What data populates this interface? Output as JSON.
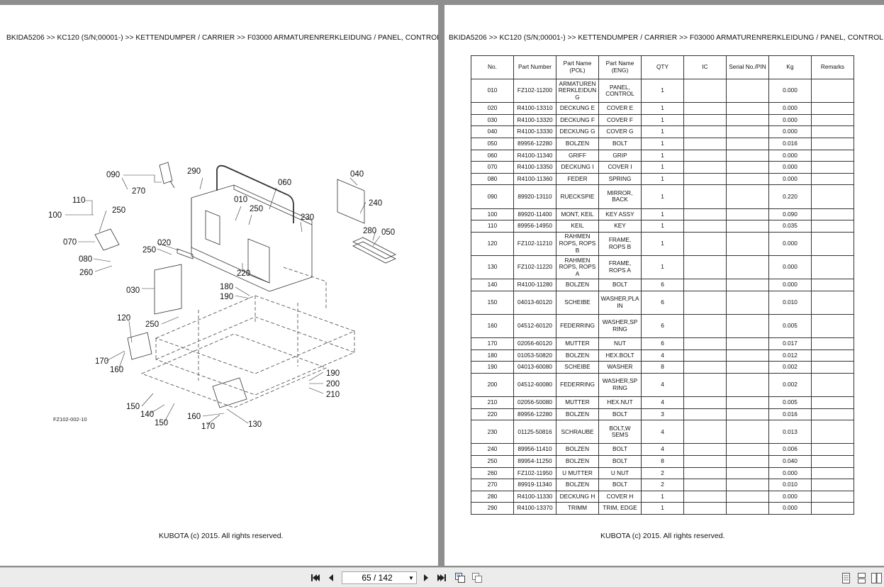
{
  "breadcrumb": "BKIDA5206 >> KC120 (S/N;00001-) >> KETTENDUMPER / CARRIER >> F03000   ARMATURENRERKLEIDUNG / PANEL, CONTROL",
  "footer": "KUBOTA (c) 2015. All rights reserved.",
  "diagram": {
    "figure_code": "FZ102-002-10",
    "callouts": [
      "090",
      "270",
      "290",
      "060",
      "010",
      "250",
      "040",
      "240",
      "110",
      "100",
      "250",
      "070",
      "020",
      "280",
      "050",
      "230",
      "080",
      "250",
      "260",
      "220",
      "030",
      "180",
      "190",
      "120",
      "250",
      "170",
      "160",
      "190",
      "200",
      "210",
      "150",
      "140",
      "150",
      "160",
      "170",
      "130"
    ]
  },
  "table": {
    "headers": [
      "No.",
      "Part Number",
      "Part Name\n(POL)",
      "Part Name\n(ENG)",
      "QTY",
      "IC",
      "Serial No./PIN",
      "Kg",
      "Remarks"
    ],
    "rows": [
      [
        "010",
        "FZ102-11200",
        "ARMATUREN\nRERKLEIDUN\nG",
        "PANEL,\nCONTROL",
        "1",
        "",
        "",
        "0.000",
        ""
      ],
      [
        "020",
        "R4100-13310",
        "DECKUNG E",
        "COVER E",
        "1",
        "",
        "",
        "0.000",
        ""
      ],
      [
        "030",
        "R4100-13320",
        "DECKUNG F",
        "COVER F",
        "1",
        "",
        "",
        "0.000",
        ""
      ],
      [
        "040",
        "R4100-13330",
        "DECKUNG G",
        "COVER G",
        "1",
        "",
        "",
        "0.000",
        ""
      ],
      [
        "050",
        "89956-12280",
        "BOLZEN",
        "BOLT",
        "1",
        "",
        "",
        "0.016",
        ""
      ],
      [
        "060",
        "R4100-11340",
        "GRIFF",
        "GRIP",
        "1",
        "",
        "",
        "0.000",
        ""
      ],
      [
        "070",
        "R4100-13350",
        "DECKUNG I",
        "COVER I",
        "1",
        "",
        "",
        "0.000",
        ""
      ],
      [
        "080",
        "R4100-11360",
        "FEDER",
        "SPRING",
        "1",
        "",
        "",
        "0.000",
        ""
      ],
      [
        "090",
        "89920-13110",
        "RUECKSPIE",
        "MIRROR,\nBACK",
        "1",
        "",
        "",
        "0.220",
        ""
      ],
      [
        "100",
        "89920-11400",
        "MONT, KEIL",
        "KEY ASSY",
        "1",
        "",
        "",
        "0.090",
        ""
      ],
      [
        "110",
        "89956-14950",
        "KEIL",
        "KEY",
        "1",
        "",
        "",
        "0.035",
        ""
      ],
      [
        "120",
        "FZ102-11210",
        "RAHMEN\nROPS, ROPS\nB",
        "FRAME,\nROPS B",
        "1",
        "",
        "",
        "0.000",
        ""
      ],
      [
        "130",
        "FZ102-11220",
        "RAHMEN\nROPS, ROPS\nA",
        "FRAME,\nROPS A",
        "1",
        "",
        "",
        "0.000",
        ""
      ],
      [
        "140",
        "R4100-11280",
        "BOLZEN",
        "BOLT",
        "6",
        "",
        "",
        "0.000",
        ""
      ],
      [
        "150",
        "04013-60120",
        "SCHEIBE",
        "WASHER,PLA\nIN",
        "6",
        "",
        "",
        "0.010",
        ""
      ],
      [
        "160",
        "04512-60120",
        "FEDERRING",
        "WASHER,SP\nRING",
        "6",
        "",
        "",
        "0.005",
        ""
      ],
      [
        "170",
        "02056-60120",
        "MUTTER",
        "NUT",
        "6",
        "",
        "",
        "0.017",
        ""
      ],
      [
        "180",
        "01053-50820",
        "BOLZEN",
        "HEX.BOLT",
        "4",
        "",
        "",
        "0.012",
        ""
      ],
      [
        "190",
        "04013-60080",
        "SCHEIBE",
        "WASHER",
        "8",
        "",
        "",
        "0.002",
        ""
      ],
      [
        "200",
        "04512-60080",
        "FEDERRING",
        "WASHER,SP\nRING",
        "4",
        "",
        "",
        "0.002",
        ""
      ],
      [
        "210",
        "02056-50080",
        "MUTTER",
        "HEX.NUT",
        "4",
        "",
        "",
        "0.005",
        ""
      ],
      [
        "220",
        "89956-12280",
        "BOLZEN",
        "BOLT",
        "3",
        "",
        "",
        "0.016",
        ""
      ],
      [
        "230",
        "01125-50816",
        "SCHRAUBE",
        "BOLT,W\nSEMS",
        "4",
        "",
        "",
        "0.013",
        ""
      ],
      [
        "240",
        "89956-11410",
        "BOLZEN",
        "BOLT",
        "4",
        "",
        "",
        "0.006",
        ""
      ],
      [
        "250",
        "89954-11250",
        "BOLZEN",
        "BOLT",
        "8",
        "",
        "",
        "0.040",
        ""
      ],
      [
        "260",
        "FZ102-11950",
        "U MUTTER",
        "U NUT",
        "2",
        "",
        "",
        "0.000",
        ""
      ],
      [
        "270",
        "89919-11340",
        "BOLZEN",
        "BOLT",
        "2",
        "",
        "",
        "0.010",
        ""
      ],
      [
        "280",
        "R4100-11330",
        "DECKUNG H",
        "COVER H",
        "1",
        "",
        "",
        "0.000",
        ""
      ],
      [
        "290",
        "R4100-13370",
        "TRIMM",
        "TRIM, EDGE",
        "1",
        "",
        "",
        "0.000",
        ""
      ]
    ]
  },
  "toolbar": {
    "page_indicator": "65 / 142",
    "first_icon": "first-page-icon",
    "prev_icon": "prev-page-icon",
    "next_icon": "next-page-icon",
    "last_icon": "last-page-icon"
  }
}
